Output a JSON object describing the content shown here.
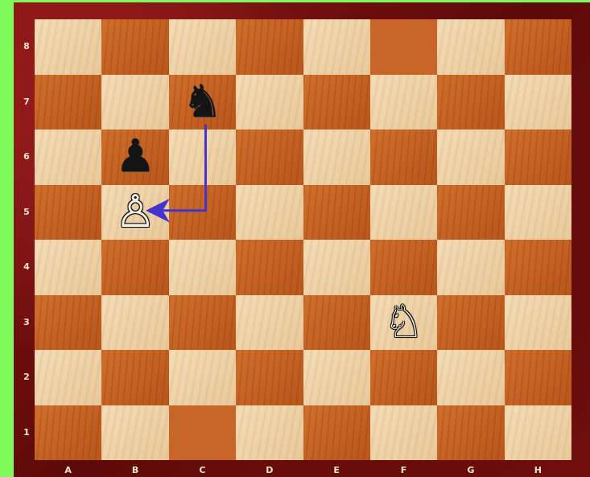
{
  "ranks": [
    "8",
    "7",
    "6",
    "5",
    "4",
    "3",
    "2",
    "1"
  ],
  "files": [
    "A",
    "B",
    "C",
    "D",
    "E",
    "F",
    "G",
    "H"
  ],
  "pieces": [
    {
      "square": "c7",
      "type": "knight",
      "color": "black",
      "glyph": "♞"
    },
    {
      "square": "b6",
      "type": "pawn",
      "color": "black",
      "glyph": "♟"
    },
    {
      "square": "b5",
      "type": "pawn",
      "color": "white",
      "glyph": "♙"
    },
    {
      "square": "f3",
      "type": "knight",
      "color": "white",
      "glyph": "♘"
    }
  ],
  "highlighted_squares": [
    "f8",
    "c1"
  ],
  "arrow": {
    "from": "c7",
    "to": "b5",
    "color": "#4433cc"
  },
  "colors": {
    "light": "#f4dcb5",
    "dark": "#c4601f",
    "frame": "#7a1010",
    "background": "#7dfa5a"
  }
}
